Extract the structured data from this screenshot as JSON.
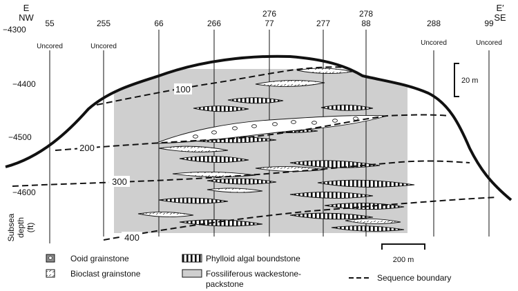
{
  "header": {
    "left_top": "E",
    "left_dir": "NW",
    "right_top": "E′",
    "right_dir": "SE"
  },
  "depth_axis": {
    "ticks": [
      {
        "label": "−4300",
        "depth": -4300
      },
      {
        "label": "−4400",
        "depth": -4400
      },
      {
        "label": "−4500",
        "depth": -4500
      },
      {
        "label": "−4600",
        "depth": -4600
      }
    ],
    "title_lines": [
      "Subsea",
      "depth",
      "(ft)"
    ]
  },
  "wells": [
    {
      "id": "55",
      "id2": "",
      "note": "Uncored"
    },
    {
      "id": "255",
      "id2": "",
      "note": "Uncored"
    },
    {
      "id": "66",
      "id2": "",
      "note": ""
    },
    {
      "id": "266",
      "id2": "",
      "note": ""
    },
    {
      "id": "276",
      "id2": "77",
      "note": ""
    },
    {
      "id": "277",
      "id2": "",
      "note": ""
    },
    {
      "id": "278",
      "id2": "88",
      "note": ""
    },
    {
      "id": "288",
      "id2": "",
      "note": "Uncored"
    },
    {
      "id": "99",
      "id2": "",
      "note": "Uncored"
    }
  ],
  "sequence_labels": [
    "100",
    "200",
    "300",
    "400"
  ],
  "scales": {
    "vertical": "20 m",
    "horizontal": "200 m"
  },
  "legend": [
    {
      "key": "ooid",
      "lines": [
        "Ooid grainstone"
      ]
    },
    {
      "key": "bioclast",
      "lines": [
        "Bioclast grainstone"
      ]
    },
    {
      "key": "phylloid",
      "lines": [
        "Phylloid algal boundstone"
      ]
    },
    {
      "key": "wackestone",
      "lines": [
        "Fossiliferous wackestone-",
        "packstone"
      ]
    },
    {
      "key": "boundary",
      "lines": [
        "Sequence boundary"
      ]
    }
  ],
  "colors": {
    "wackestone_fill": "#cfcfcf",
    "ooid_fill": "#8a8a8a",
    "outline": "#111111",
    "background": "#ffffff"
  }
}
